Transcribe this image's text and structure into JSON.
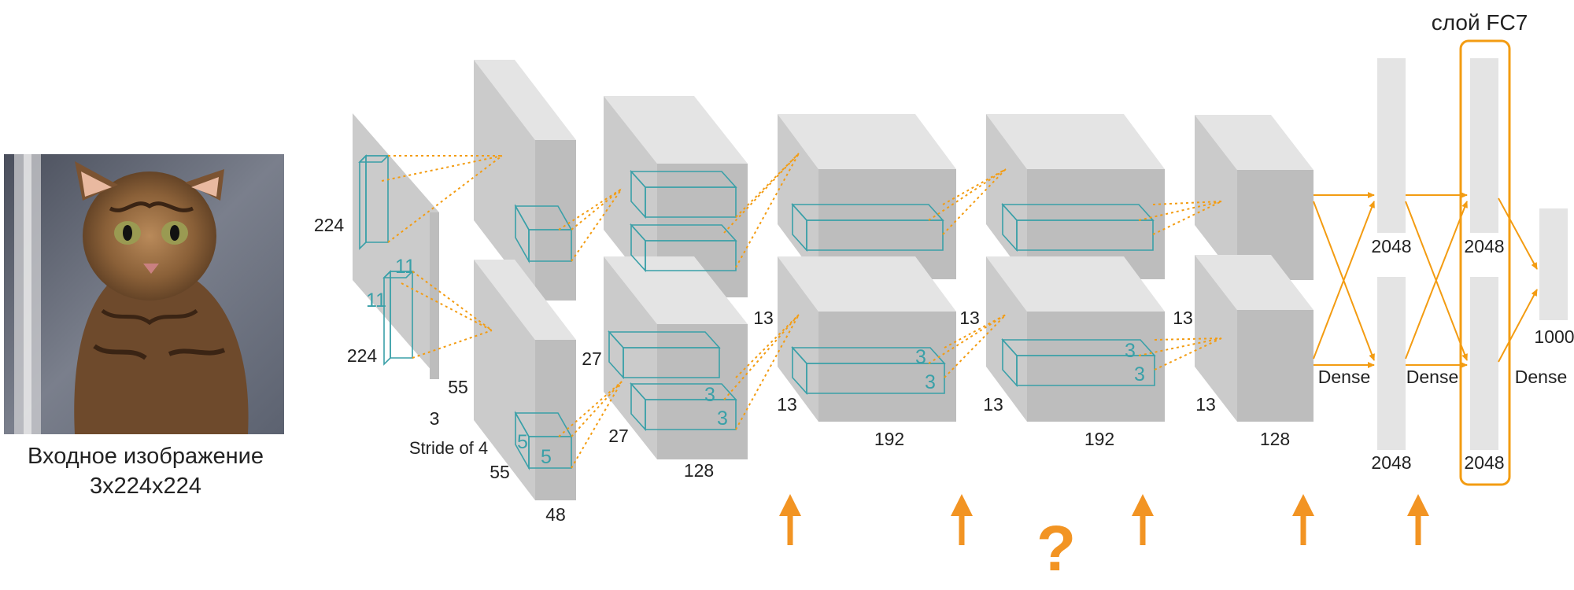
{
  "input": {
    "caption_line1": "Входное изображение",
    "caption_line2": "3x224x224",
    "image_subject": "cat-photo"
  },
  "highlight_label": "слой FC7",
  "unknown_mark": "?",
  "colors": {
    "block_top": "#e4e4e4",
    "block_front": "#bdbdbd",
    "block_side": "#cbcbcb",
    "kernel": "#3aa0a8",
    "connector": "#f39c12",
    "arrow": "#f29423",
    "text": "#222222"
  },
  "labels": {
    "input_h": "224",
    "input_w": "224",
    "input_d": "3",
    "k11_a": "11",
    "k11_b": "11",
    "stride": "Stride of 4",
    "c1_h": "55",
    "c1_w": "55",
    "c1_d": "48",
    "k5_a": "5",
    "k5_b": "5",
    "c2_h": "27",
    "c2_w": "27",
    "c2_d": "128",
    "k3_a": "3",
    "k3_b": "3",
    "c3_h": "13",
    "c3_w": "13",
    "c3_d": "192",
    "k3_c": "3",
    "k3_d": "3",
    "c4_h": "13",
    "c4_w": "13",
    "c4_d": "192",
    "k3_e": "3",
    "k3_f": "3",
    "c5_h": "13",
    "c5_w": "13",
    "c5_d": "128",
    "fc1_top": "2048",
    "fc1_bottom": "2048",
    "fc2_top": "2048",
    "fc2_bottom": "2048",
    "out": "1000",
    "dense1": "Dense",
    "dense2": "Dense",
    "dense3": "Dense"
  }
}
